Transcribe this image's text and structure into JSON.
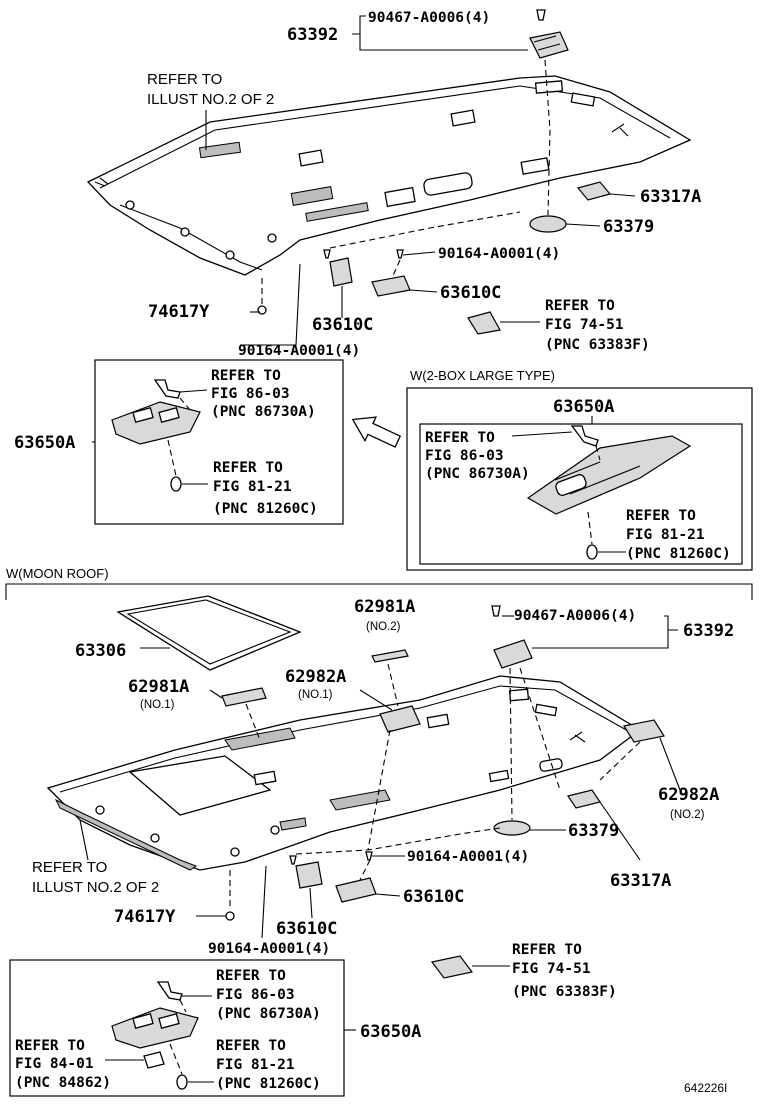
{
  "labels": {
    "p63392_top": "63392",
    "p90467_top": "90467-A0006(4)",
    "refer_illust_top_1": "REFER TO",
    "refer_illust_top_2": "ILLUST NO.2 OF 2",
    "p63317a_top": "63317A",
    "p63379_top": "63379",
    "p90164_upper_top": "90164-A0001(4)",
    "p63610c_right_top": "63610C",
    "p74617y_top": "74617Y",
    "p63610c_left_top": "63610C",
    "p90164_lower_top": "90164-A0001(4)",
    "refer_7451_top_1": "REFER TO",
    "refer_7451_top_2": "FIG 74-51",
    "refer_7451_top_3": "(PNC 63383F)",
    "box1_ref1_1": "REFER TO",
    "box1_ref1_2": "FIG 86-03",
    "box1_ref1_3": "(PNC 86730A)",
    "box1_ref2_1": "REFER TO",
    "box1_ref2_2": "FIG 81-21",
    "box1_ref2_3": "(PNC 81260C)",
    "p63650a_left": "63650A",
    "w_2box_title": "W(2-BOX LARGE TYPE)",
    "p63650a_2box": "63650A",
    "box2_ref1_1": "REFER TO",
    "box2_ref1_2": "FIG 86-03",
    "box2_ref1_3": "(PNC 86730A)",
    "box2_ref2_1": "REFER TO",
    "box2_ref2_2": "FIG 81-21",
    "box2_ref2_3": "(PNC 81260C)",
    "w_moon_title": "W(MOON ROOF)",
    "p63306": "63306",
    "p62981a_no2": "62981A",
    "no2_a": "(NO.2)",
    "p90467_bot": "90467-A0006(4)",
    "p63392_bot": "63392",
    "p62981a_no1": "62981A",
    "no1_a": "(NO.1)",
    "p62982a_no1": "62982A",
    "no1_b": "(NO.1)",
    "p62982a_no2": "62982A",
    "no2_b": "(NO.2)",
    "p63379_bot": "63379",
    "p63317a_bot": "63317A",
    "refer_illust_bot_1": "REFER TO",
    "refer_illust_bot_2": "ILLUST NO.2 OF 2",
    "p90164_upper_bot": "90164-A0001(4)",
    "p63610c_right_bot": "63610C",
    "p74617y_bot": "74617Y",
    "p63610c_left_bot": "63610C",
    "p90164_lower_bot": "90164-A0001(4)",
    "refer_7451_bot_1": "REFER TO",
    "refer_7451_bot_2": "FIG 74-51",
    "refer_7451_bot_3": "(PNC 63383F)",
    "box3_ref1_1": "REFER TO",
    "box3_ref1_2": "FIG 86-03",
    "box3_ref1_3": "(PNC 86730A)",
    "box3_ref2_1": "REFER TO",
    "box3_ref2_2": "FIG 84-01",
    "box3_ref2_3": "(PNC 84862)",
    "box3_ref3_1": "REFER TO",
    "box3_ref3_2": "FIG 81-21",
    "box3_ref3_3": "(PNC 81260C)",
    "p63650a_bot": "63650A",
    "figure_id": "642226I"
  }
}
